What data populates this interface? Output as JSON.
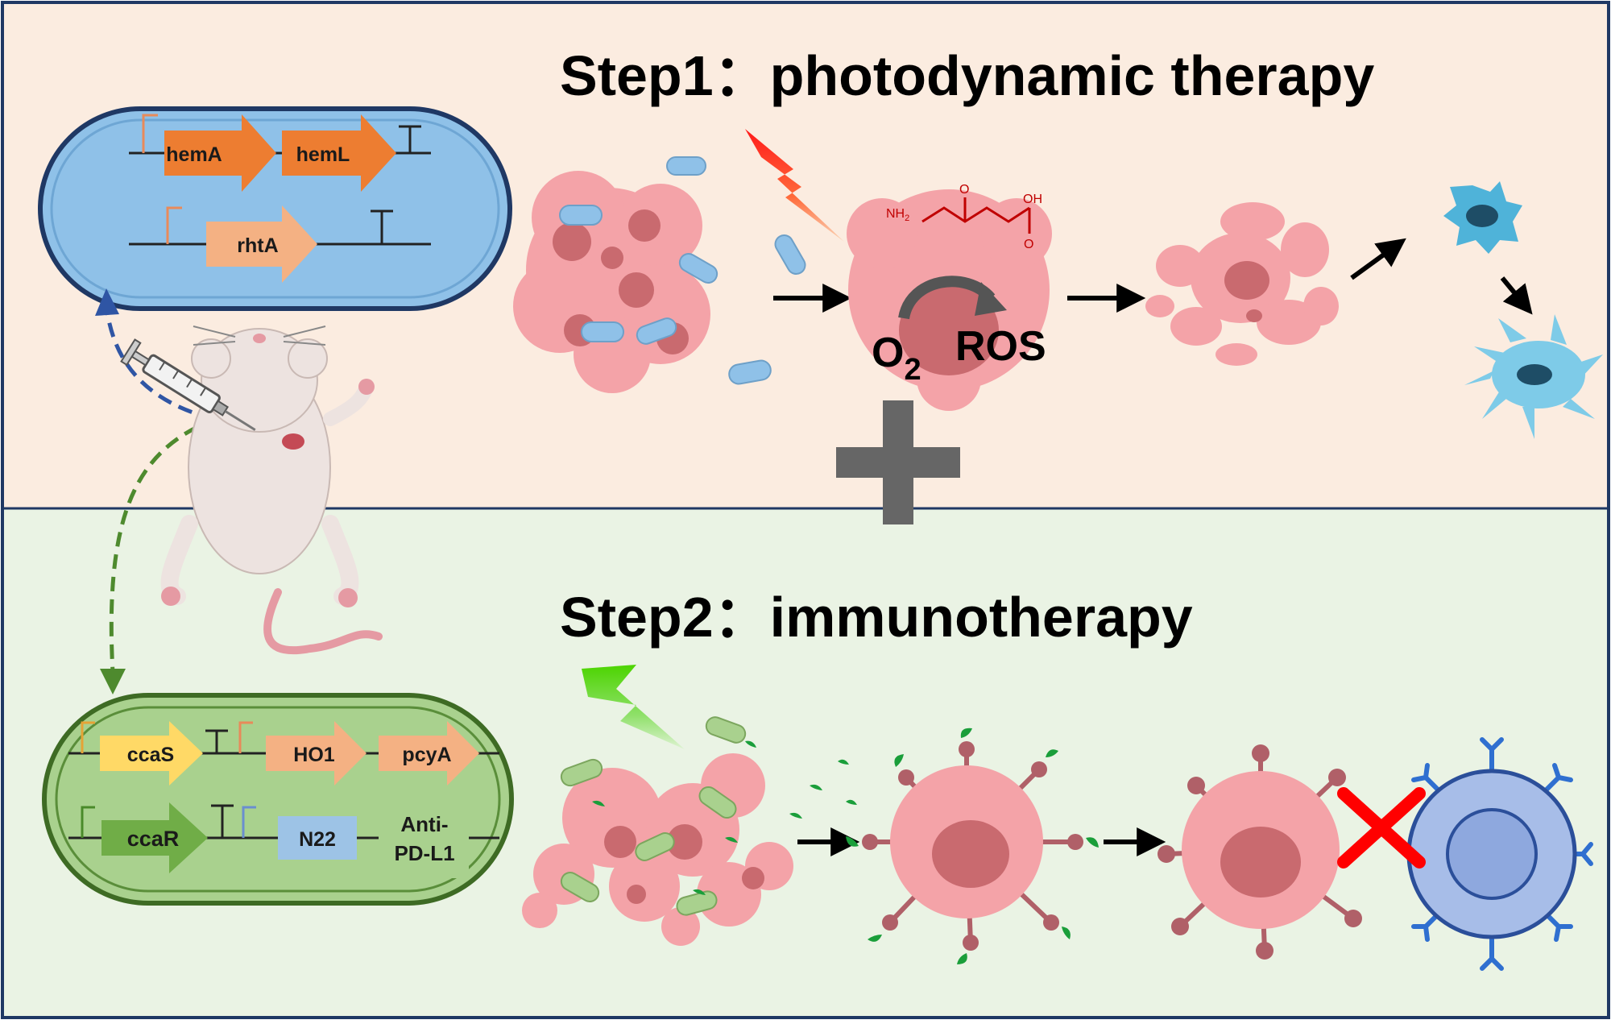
{
  "step1": {
    "title": "Step1：photodynamic therapy",
    "o2_label": "O",
    "o2_subscript": "2",
    "ros_label": "ROS",
    "molecule_nh2": "NH",
    "molecule_nh2_sub": "2",
    "molecule_oh": "OH",
    "molecule_o1": "O",
    "molecule_o2": "O"
  },
  "step2": {
    "title": "Step2：immunotherapy"
  },
  "bacterium1": {
    "genes": [
      "hemA",
      "hemL",
      "rhtA"
    ]
  },
  "bacterium2": {
    "genes": [
      "ccaS",
      "HO1",
      "pcyA",
      "ccaR",
      "N22"
    ],
    "anti_line1": "Anti-",
    "anti_line2": "PD-L1"
  },
  "colors": {
    "top_panel_bg": "#fbece0",
    "bottom_panel_bg": "#eaf3e4",
    "border": "#1f3864",
    "tumor_pink": "#f4a3a8",
    "tumor_nucleus": "#c96a6f",
    "bacteria_blue": "#8fc1e8",
    "gene_orange": "#ed7d31",
    "gene_salmon": "#f4b183",
    "gene_yellow": "#ffd966",
    "gene_green": "#70ad47",
    "gene_blue": "#9dc3e6",
    "green_bacterium": "#a9d18e",
    "dendritic_blue": "#4fb3d9",
    "tcell_blue": "#a7bde8",
    "block_red": "#ff0000",
    "plus_gray": "#666666"
  }
}
